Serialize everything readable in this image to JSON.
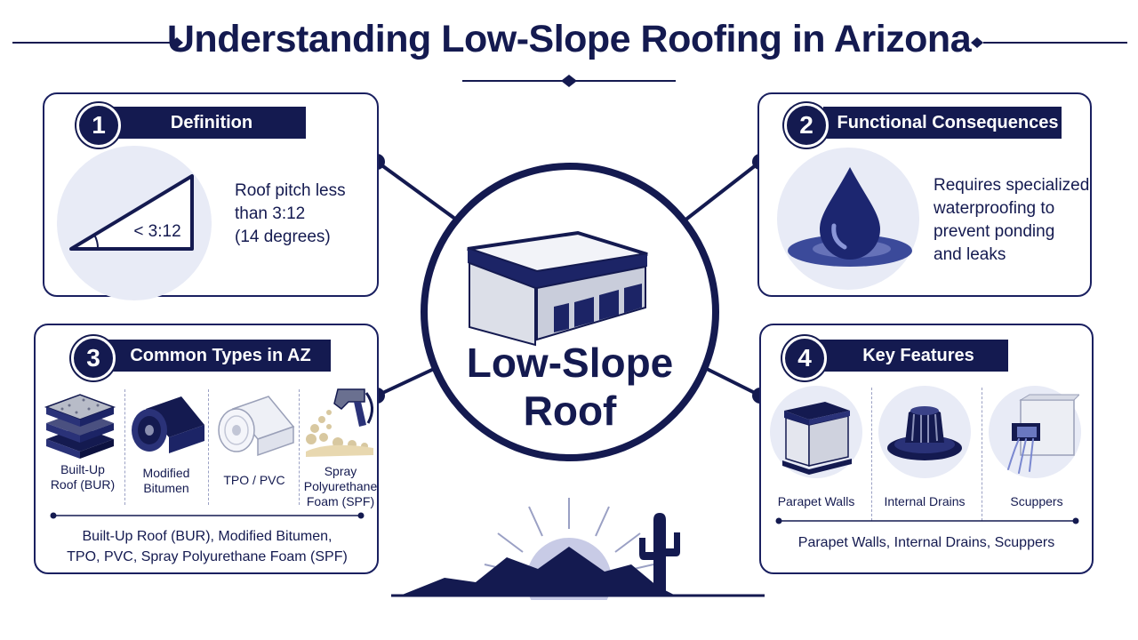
{
  "title": "Understanding Low-Slope Roofing in Arizona",
  "center": {
    "line1": "Low-Slope",
    "line2": "Roof"
  },
  "panels": {
    "definition": {
      "number": "1",
      "heading": "Definition",
      "triangle_label": "< 3:12",
      "text": [
        "Roof pitch less",
        "than 3:12",
        "(14 degrees)"
      ]
    },
    "consequences": {
      "number": "2",
      "heading": "Functional Consequences",
      "text": [
        "Requires specialized",
        "waterproofing to",
        "prevent ponding",
        "and leaks"
      ]
    },
    "types": {
      "number": "3",
      "heading": "Common Types in AZ",
      "items": [
        {
          "icon": "built-up-roof-icon",
          "label": [
            "Built-Up",
            "Roof (BUR)"
          ]
        },
        {
          "icon": "modified-bitumen-icon",
          "label": [
            "Modified",
            "Bitumen"
          ]
        },
        {
          "icon": "tpo-pvc-icon",
          "label": [
            "TPO / PVC"
          ]
        },
        {
          "icon": "spray-foam-icon",
          "label": [
            "Spray",
            "Polyurethane",
            "Foam (SPF)"
          ]
        }
      ],
      "summary": [
        "Built-Up Roof (BUR), Modified Bitumen,",
        "TPO, PVC, Spray Polyurethane Foam (SPF)"
      ]
    },
    "features": {
      "number": "4",
      "heading": "Key Features",
      "items": [
        {
          "icon": "parapet-wall-icon",
          "label": "Parapet Walls"
        },
        {
          "icon": "internal-drain-icon",
          "label": "Internal Drains"
        },
        {
          "icon": "scupper-icon",
          "label": "Scuppers"
        }
      ],
      "summary": "Parapet Walls, Internal Drains, Scuppers"
    }
  },
  "colors": {
    "navy": "#141a50",
    "light": "#e8ebf6",
    "water": "#2a3a8c"
  }
}
